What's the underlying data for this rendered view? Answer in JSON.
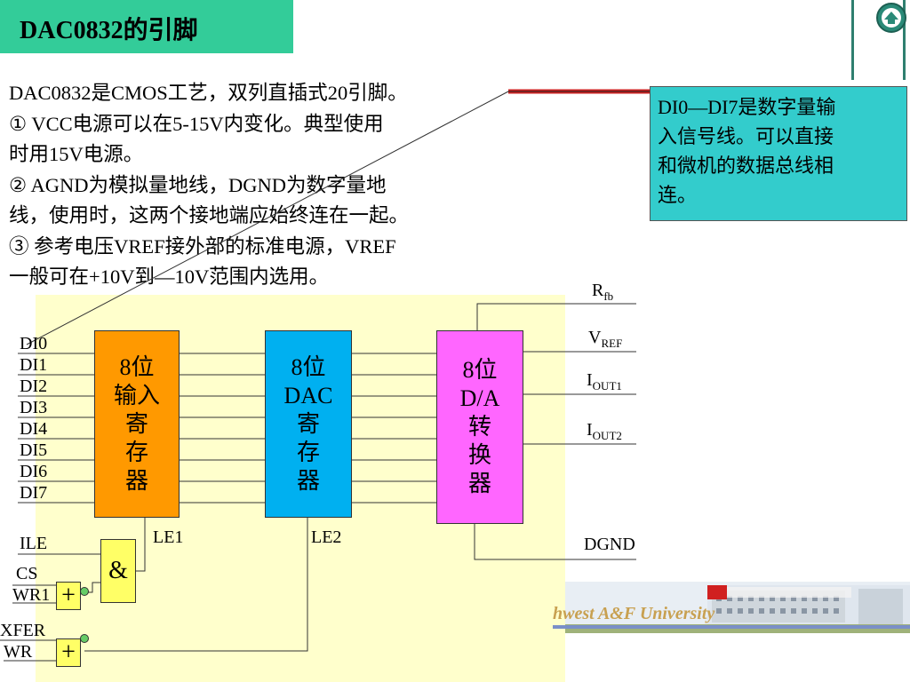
{
  "title": "DAC0832的引脚",
  "main_text": [
    "DAC0832是CMOS工艺，双列直插式20引脚。",
    "① VCC电源可以在5-15V内变化。典型使用",
    "时用15V电源。",
    "② AGND为模拟量地线，DGND为数字量地",
    "线，使用时，这两个接地端应始终连在一起。",
    "③ 参考电压VREF接外部的标准电源，VREF",
    "一般可在+10V到—10V范围内选用。"
  ],
  "callout": [
    "DI0—DI7是数字量输",
    "入信号线。可以直接",
    "和微机的数据总线相",
    "连。"
  ],
  "blocks": {
    "input": [
      "8位",
      "输入",
      "寄",
      "存",
      "器"
    ],
    "dac": [
      "8位",
      "DAC",
      "寄",
      "存",
      "器"
    ],
    "converter": [
      "8位",
      "D/A",
      "转",
      "换",
      "器"
    ]
  },
  "data_pins": [
    "DI0",
    "DI1",
    "DI2",
    "DI3",
    "DI4",
    "DI5",
    "DI6",
    "DI7"
  ],
  "pins": {
    "ile": "ILE",
    "cs": "CS",
    "wr1": "WR1",
    "xfer": "XFER",
    "wr": "WR",
    "le1": "LE1",
    "le2": "LE2",
    "dgnd": "DGND"
  },
  "right_pins": {
    "rfb_main": "R",
    "rfb_sub": "fb",
    "vref_main": "V",
    "vref_sub": "REF",
    "iout1_main": "I",
    "iout1_sub": "OUT1",
    "iout2_main": "I",
    "iout2_sub": "OUT2"
  },
  "gates": {
    "and": "&",
    "or1": "+",
    "or2": "+"
  },
  "footer": "hwest  A&F  University",
  "icons": {
    "home": "home-arrow-icon"
  },
  "colors": {
    "title_bg": "#33cc99",
    "callout_bg": "#33cccc",
    "input_block": "#ff9900",
    "dac_block": "#00b0f0",
    "converter_block": "#ff66ff",
    "diagram_bg": "#ffffcc"
  }
}
